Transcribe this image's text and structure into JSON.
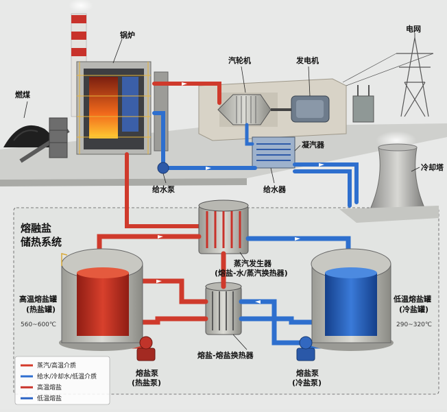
{
  "labels": {
    "coal": "燃煤",
    "boiler": "锅炉",
    "turbine": "汽轮机",
    "generator": "发电机",
    "grid": "电网",
    "condenser": "凝汽器",
    "cooling_tower": "冷却塔",
    "feed_pump": "给水泵",
    "feed_water": "给水器",
    "system_title_1": "熔融盐",
    "system_title_2": "储热系统",
    "steam_gen_1": "蒸汽发生器",
    "steam_gen_2": "(熔盐-水/蒸汽换热器)",
    "hot_tank_1": "高温熔盐罐",
    "hot_tank_2": "(热盐罐)",
    "hot_temp": "560~600℃",
    "cold_tank_1": "低温熔盐罐",
    "cold_tank_2": "(冷盐罐)",
    "cold_temp": "290~320℃",
    "salt_hx": "熔盐-熔盐换热器",
    "hot_pump_1": "熔盐泵",
    "hot_pump_2": "(热盐泵)",
    "cold_pump_1": "熔盐泵",
    "cold_pump_2": "(冷盐泵)"
  },
  "legend": [
    {
      "text": "蒸汽/高温介质",
      "color": "#d43a2a"
    },
    {
      "text": "给水/冷却水/低温介质",
      "color": "#2f6fd0"
    },
    {
      "text": "高温熔盐",
      "color": "#c8322a"
    },
    {
      "text": "低温熔盐",
      "color": "#2a63c4"
    }
  ],
  "colors": {
    "hot": "#cf3a2c",
    "cold": "#2e6fce"
  }
}
